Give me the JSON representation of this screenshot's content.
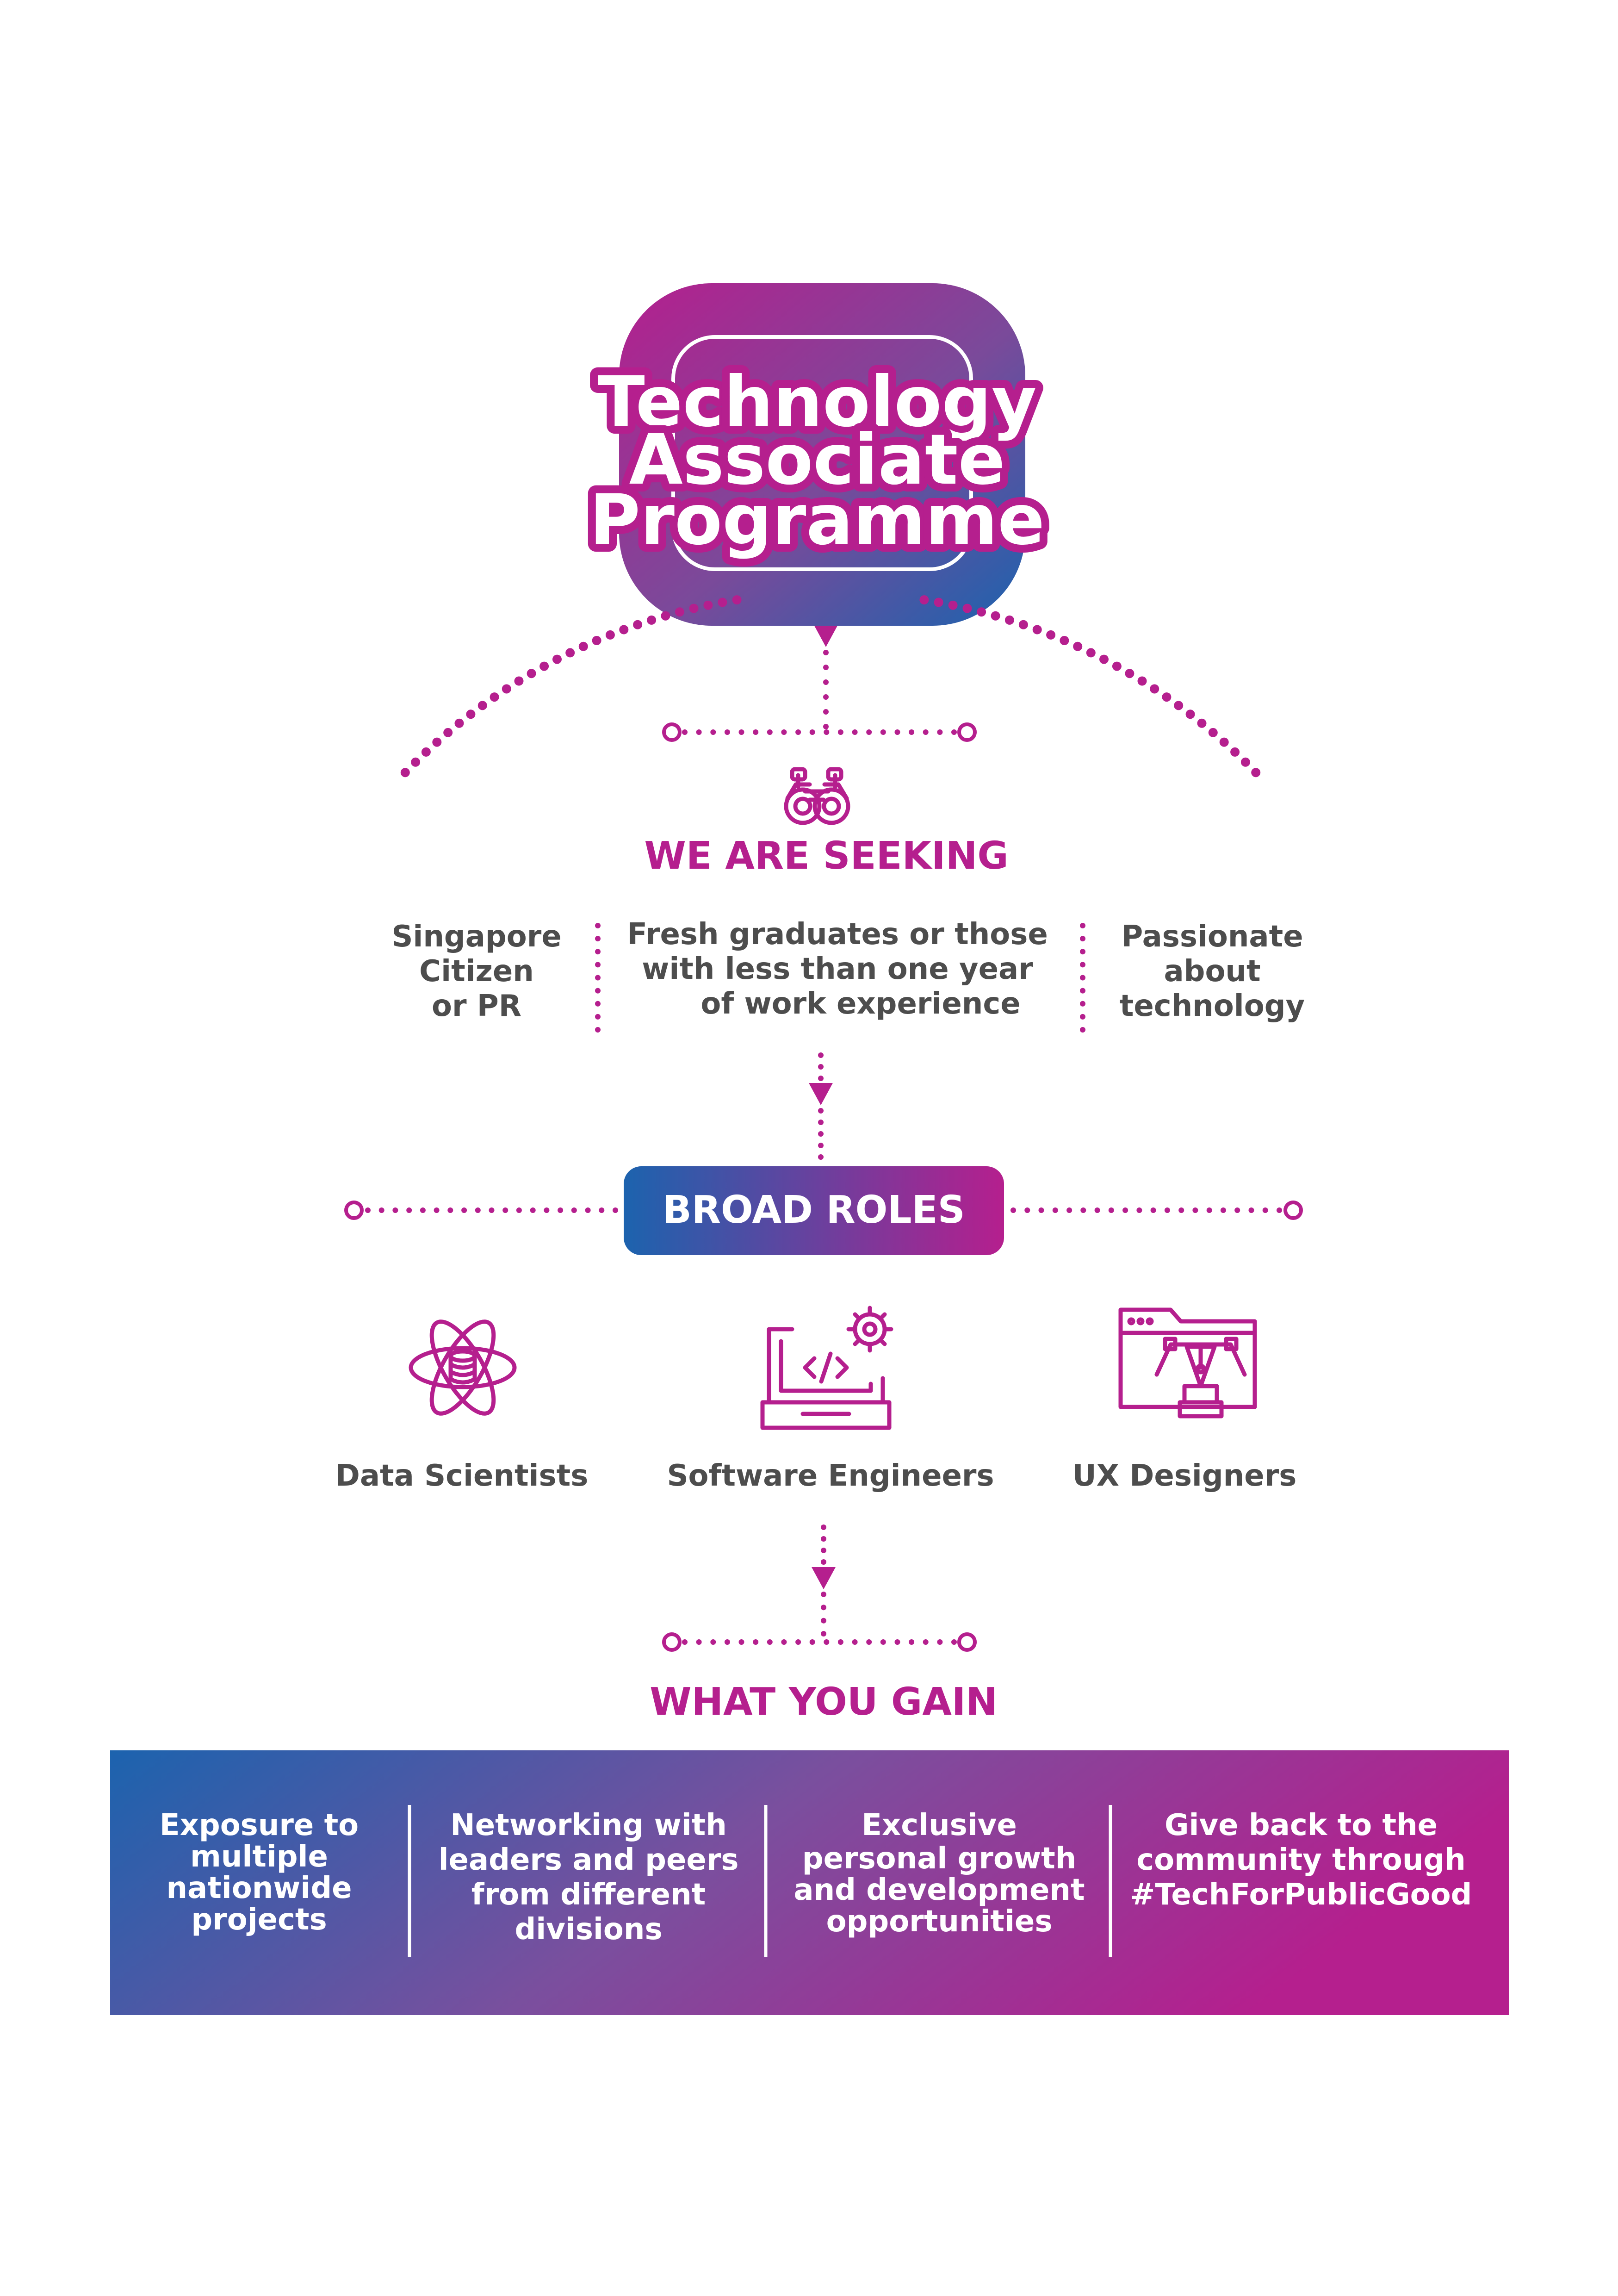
{
  "title": {
    "lines": [
      "Technology",
      "Associate",
      "Programme"
    ]
  },
  "seeking": {
    "heading": "WE ARE SEEKING",
    "icon": "binoculars-icon",
    "criteria": [
      {
        "lines": [
          "Singapore",
          "Citizen",
          "or PR"
        ]
      },
      {
        "lines": [
          "Fresh graduates or those",
          "with less than one year",
          "of work experience"
        ]
      },
      {
        "lines": [
          "Passionate",
          "about",
          "technology"
        ]
      }
    ]
  },
  "roles": {
    "heading": "BROAD ROLES",
    "items": [
      {
        "label": "Data Scientists",
        "icon": "atom-database-icon"
      },
      {
        "label": "Software Engineers",
        "icon": "laptop-code-gear-icon"
      },
      {
        "label": "UX Designers",
        "icon": "design-pen-window-icon"
      }
    ]
  },
  "gain": {
    "heading": "WHAT YOU GAIN",
    "items": [
      {
        "lines": [
          "Exposure to",
          "multiple",
          "nationwide",
          "projects"
        ]
      },
      {
        "lines": [
          "Networking with",
          "leaders and peers",
          "from different",
          "divisions"
        ]
      },
      {
        "lines": [
          "Exclusive",
          "personal growth",
          "and development",
          "opportunities"
        ]
      },
      {
        "lines": [
          "Give back to the",
          "community through",
          "#TechForPublicGood"
        ]
      }
    ]
  },
  "colors": {
    "magenta": "#b51f8e",
    "blue": "#1c63ae",
    "text_grey": "#4d4d4d",
    "white": "#ffffff"
  }
}
